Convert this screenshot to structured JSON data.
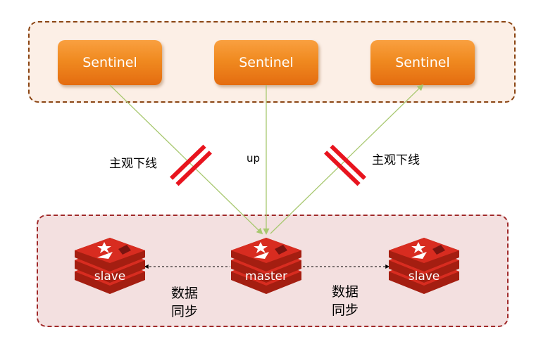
{
  "sentinels": [
    {
      "label": "Sentinel"
    },
    {
      "label": "Sentinel"
    },
    {
      "label": "Sentinel"
    }
  ],
  "links": {
    "left": {
      "label": "主观下线"
    },
    "middle": {
      "label": "up"
    },
    "right": {
      "label": "主观下线"
    }
  },
  "nodes": {
    "slave_left": {
      "label": "slave"
    },
    "master": {
      "label": "master"
    },
    "slave_right": {
      "label": "slave"
    }
  },
  "sync": {
    "left": {
      "line1": "数据",
      "line2": "同步"
    },
    "right": {
      "line1": "数据",
      "line2": "同步"
    }
  },
  "colors": {
    "sentinel_fill": "#f08a20",
    "sentinel_group_bg": "#fcefe6",
    "redis_group_bg": "#f3e0e0",
    "redis_red": "#d82c20",
    "link_green": "#a8c870",
    "broken_mark": "#e8141e"
  }
}
